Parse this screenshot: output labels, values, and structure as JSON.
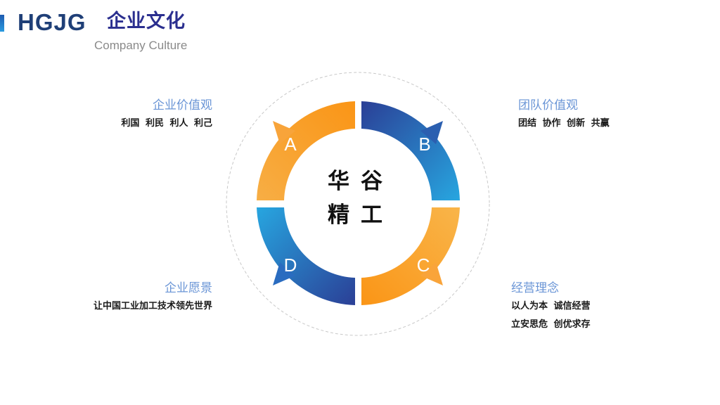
{
  "header": {
    "logo_text": "HGJG",
    "title": "企业文化",
    "subtitle": "Company Culture"
  },
  "diagram": {
    "center_text_line1": "华谷",
    "center_text_line2": "精工",
    "segments": [
      {
        "letter": "A",
        "color_start": "#f7a833",
        "color_end": "#fa9516"
      },
      {
        "letter": "B",
        "color_start": "#2b3f96",
        "color_end": "#27a6e0"
      },
      {
        "letter": "C",
        "color_start": "#f9b54a",
        "color_end": "#fa9516"
      },
      {
        "letter": "D",
        "color_start": "#27a6e0",
        "color_end": "#2b3f96"
      }
    ]
  },
  "blocks": {
    "a": {
      "heading": "企业价值观",
      "text": "利国 利民 利人 利己"
    },
    "b": {
      "heading": "团队价值观",
      "text": "团结 协作 创新 共赢"
    },
    "d": {
      "heading": "企业愿景",
      "text": "让中国工业加工技术领先世界"
    },
    "c": {
      "heading": "经营理念",
      "text": "以人为本 诚信经营",
      "text2": "立安思危 创优求存"
    }
  },
  "colors": {
    "heading": "#6a95d6",
    "title": "#2b2f8f",
    "orange": "#fa9516",
    "blue_dark": "#2b3f96",
    "blue_light": "#27a6e0"
  }
}
